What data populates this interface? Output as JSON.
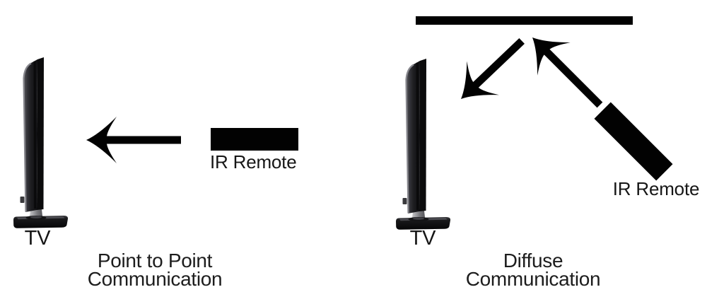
{
  "colors": {
    "ink": "#020202",
    "background": "#ffffff",
    "text": "#1c1c1c"
  },
  "left_diagram": {
    "tv_label": "TV",
    "remote_label": "IR Remote",
    "caption_line1": "Point to Point",
    "caption_line2": "Communication"
  },
  "right_diagram": {
    "tv_label": "TV",
    "remote_label": "IR Remote",
    "caption_line1": "Diffuse",
    "caption_line2": "Communication"
  },
  "graphics": {
    "tv_image": "flat-screen-tv-side-profile",
    "remote_shape": "solid-black-rectangle",
    "ceiling_shape": "solid-black-horizontal-bar",
    "arrow_style": "swept-concave-black-arrow"
  }
}
